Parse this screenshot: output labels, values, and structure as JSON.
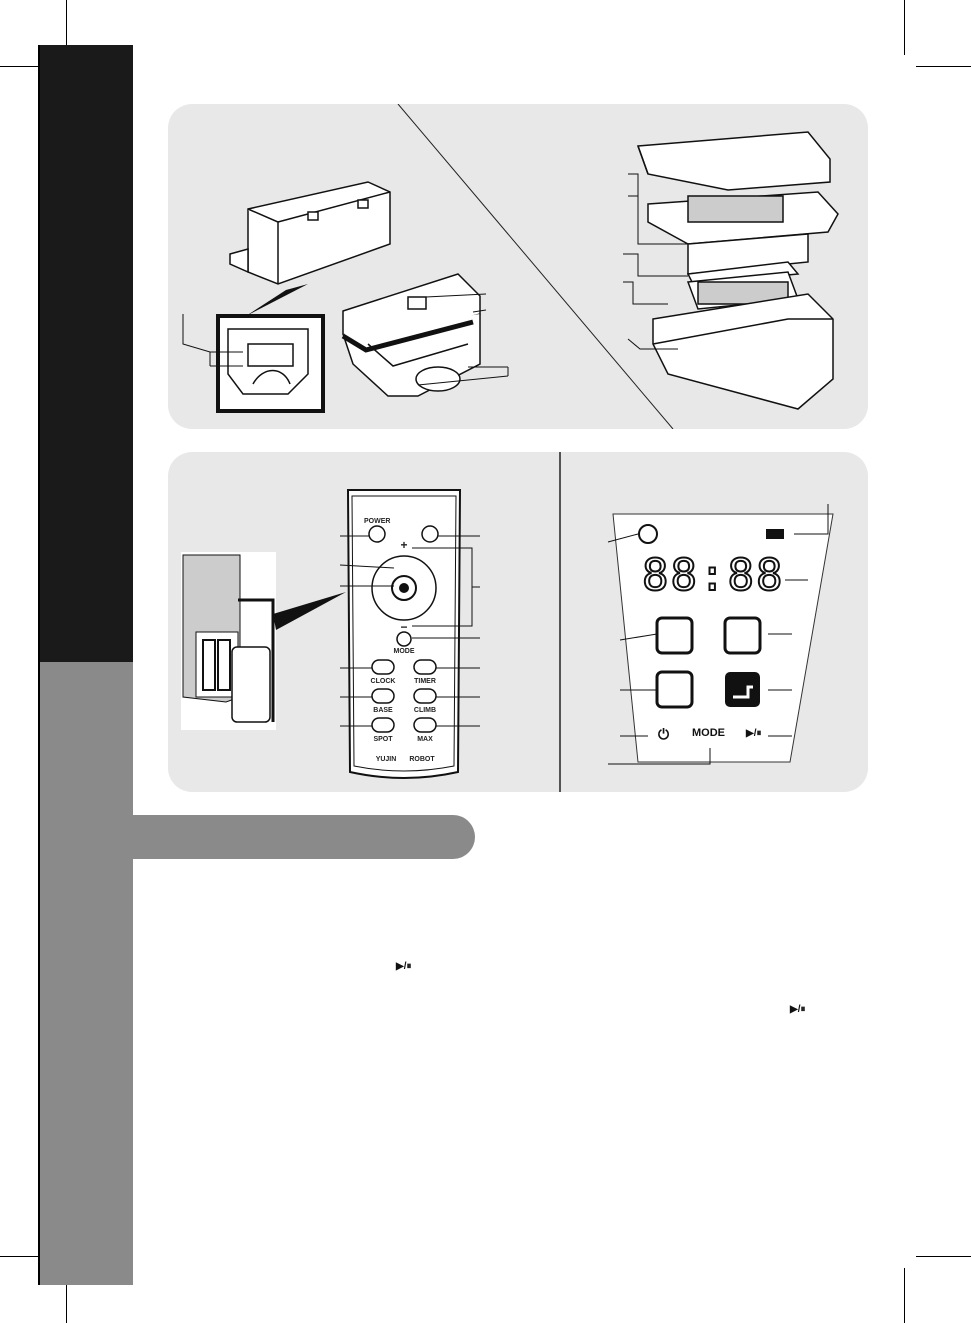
{
  "remote": {
    "buttons": {
      "power": "POWER",
      "plus": "+",
      "minus": "−",
      "mode": "MODE",
      "clock": "CLOCK",
      "timer": "TIMER",
      "base": "BASE",
      "climb": "CLIMB",
      "spot": "SPOT",
      "max": "MAX"
    },
    "brand_left": "YUJIN",
    "brand_right": "ROBOT"
  },
  "display_panel": {
    "digits": "88:88",
    "mode_label": "MODE",
    "play_pause": "▶/⏸"
  },
  "body_text": {
    "play_pause_1": "▶/⏸",
    "play_pause_2": "▶/⏸"
  },
  "colors": {
    "sidebar_dark": "#1a1a1a",
    "sidebar_grey": "#8a8a8a",
    "panel_bg": "#e8e8e8"
  }
}
